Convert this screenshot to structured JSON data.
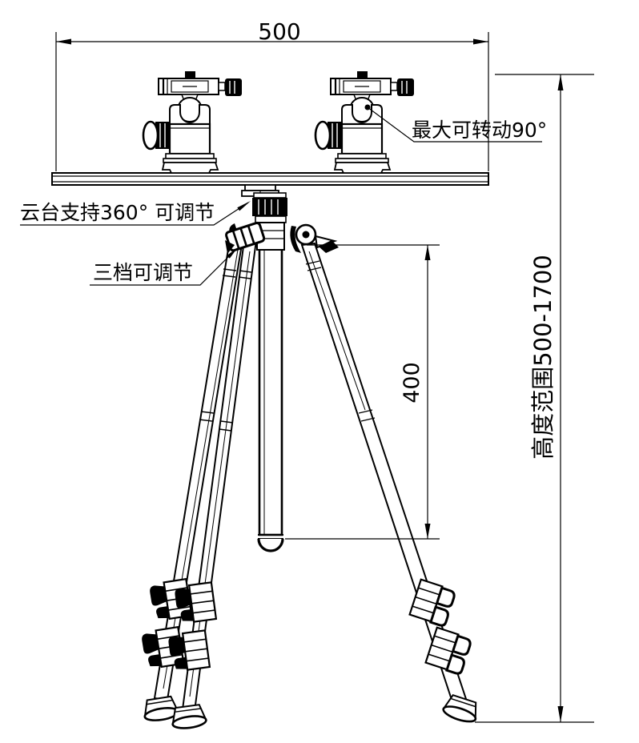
{
  "colors": {
    "line": "#000000",
    "background": "#ffffff"
  },
  "dimensions": {
    "width": "500",
    "column": "400",
    "height_range": "高度范围500-1700"
  },
  "annotations": {
    "max_rotation": "最大可转动90°",
    "pan_adjust": "云台支持360° 可调节",
    "leg_sections": "三档可调节"
  }
}
